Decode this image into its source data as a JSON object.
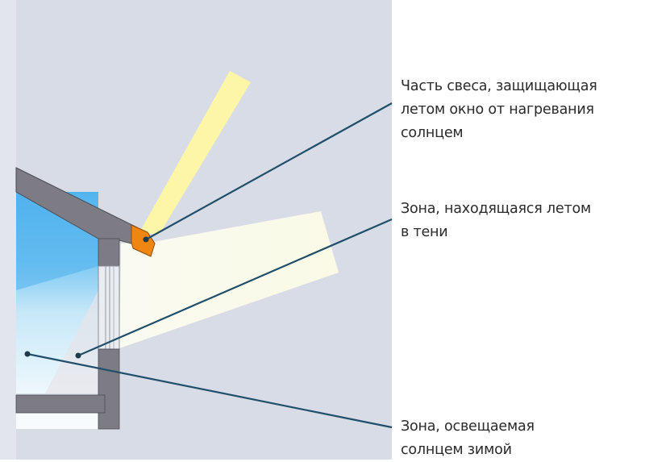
{
  "diagram": {
    "type": "window-overhang-sun-shading",
    "colors": {
      "background_left": "#d8dce7",
      "background_right": "#ffffff",
      "wall": "#7d7c84",
      "overhang_tip": "#f0860f",
      "summer_sun_beam": "#fdf6a8",
      "winter_sun_beam": "#fcfbe9",
      "glass": "#5ab8f0",
      "leader_line": "#1f4f6a"
    },
    "labels": [
      {
        "id": "overhang-part",
        "lines": [
          "Часть свеса, защищающая",
          "летом окно от нагревания",
          "солнцем"
        ]
      },
      {
        "id": "summer-shade-zone",
        "lines": [
          "Зона, находящаяся летом",
          "в тени"
        ]
      },
      {
        "id": "winter-sunlit-zone",
        "lines": [
          "Зона, освещаемая",
          "солнцем зимой"
        ]
      }
    ]
  }
}
